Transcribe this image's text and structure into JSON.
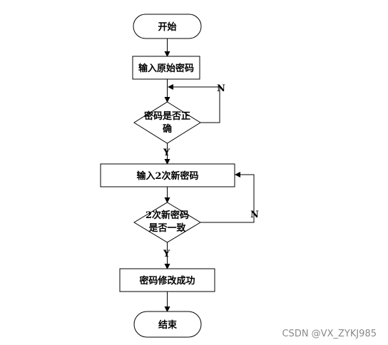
{
  "diagram": {
    "nodes": {
      "start": "开始",
      "input_original": "输入原始密码",
      "check_correct_line1": "密码是否正",
      "check_correct_line2": "确",
      "input_new_twice": "输入2次新密码",
      "check_match_line1": "2次新密码",
      "check_match_line2": "是否一致",
      "change_success": "密码修改成功",
      "end": "结束"
    },
    "labels": {
      "correct_no": "N",
      "correct_yes": "Y",
      "match_no": "N",
      "match_yes": "Y"
    }
  },
  "watermark": "CSDN @VX_ZYKJ985"
}
